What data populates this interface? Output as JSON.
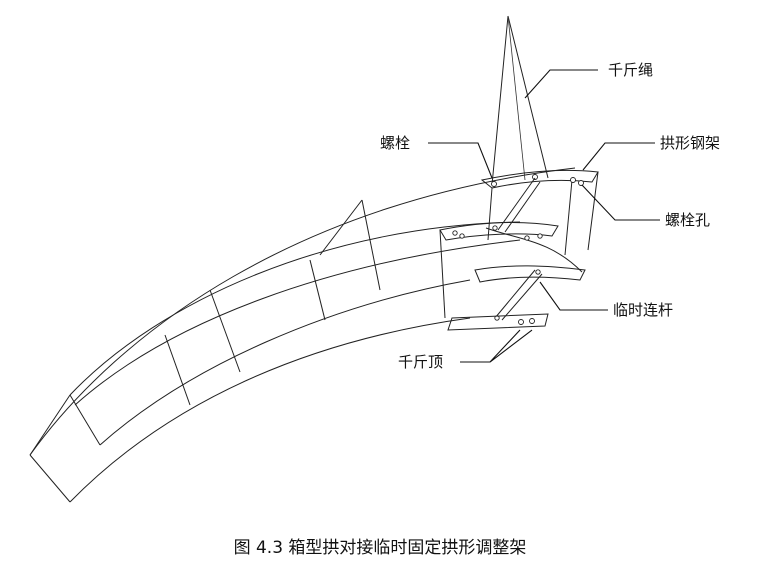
{
  "labels": {
    "jack_rope": "千斤绳",
    "bolt": "螺栓",
    "arch_steel_frame": "拱形钢架",
    "bolt_hole": "螺栓孔",
    "temporary_link_rod": "临时连杆",
    "jack": "千斤顶"
  },
  "caption": "图 4.3  箱型拱对接临时固定拱形调整架"
}
